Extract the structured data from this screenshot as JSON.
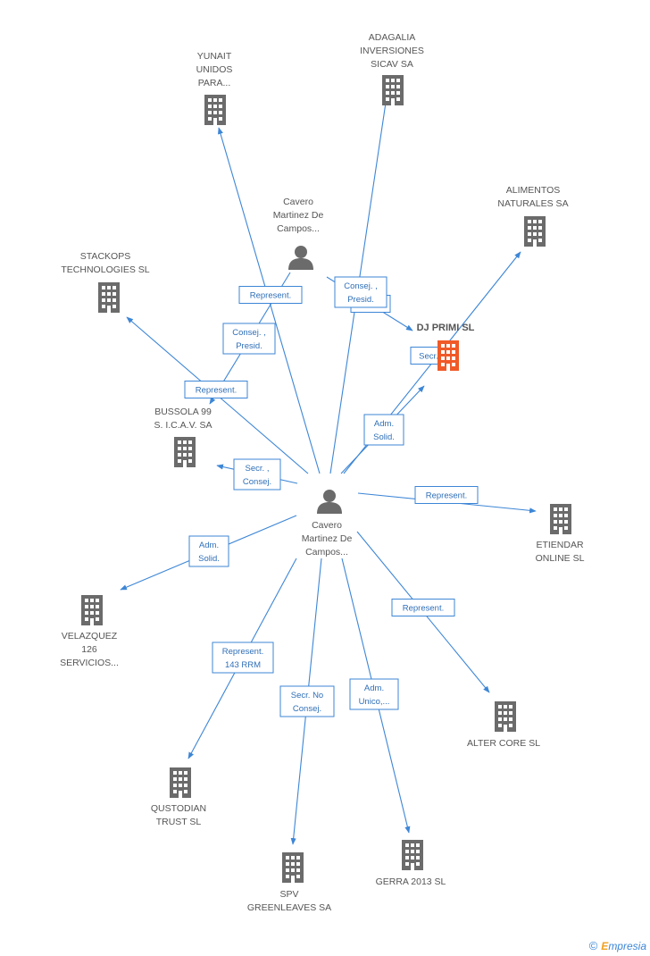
{
  "nodes": [
    {
      "id": "yunait",
      "type": "company",
      "label": [
        "YUNAIT",
        "UNIDOS",
        "PARA..."
      ]
    },
    {
      "id": "adagalia",
      "type": "company",
      "label": [
        "ADAGALIA",
        "INVERSIONES",
        "SICAV SA"
      ]
    },
    {
      "id": "alimentos",
      "type": "company",
      "label": [
        "ALIMENTOS",
        "NATURALES SA"
      ]
    },
    {
      "id": "stackops",
      "type": "company",
      "label": [
        "STACKOPS",
        "TECHNOLOGIES SL"
      ]
    },
    {
      "id": "cavero_top",
      "type": "person",
      "label": [
        "Cavero",
        "Martinez De",
        "Campos..."
      ]
    },
    {
      "id": "djprimi",
      "type": "company-focus",
      "label": [
        "DJ PRIMI SL"
      ]
    },
    {
      "id": "bussola",
      "type": "company",
      "label": [
        "BUSSOLA 99",
        "S. I.C.A.V. SA"
      ]
    },
    {
      "id": "cavero_main",
      "type": "person",
      "label": [
        "Cavero",
        "Martinez De",
        "Campos..."
      ]
    },
    {
      "id": "etiendar",
      "type": "company",
      "label": [
        "ETIENDAR",
        "ONLINE SL"
      ]
    },
    {
      "id": "velazquez",
      "type": "company",
      "label": [
        "VELAZQUEZ",
        "126",
        "SERVICIOS..."
      ]
    },
    {
      "id": "altercore",
      "type": "company",
      "label": [
        "ALTER CORE SL"
      ]
    },
    {
      "id": "qustodian",
      "type": "company",
      "label": [
        "QUSTODIAN",
        "TRUST SL"
      ]
    },
    {
      "id": "spv",
      "type": "company",
      "label": [
        "SPV",
        "GREENLEAVES SA"
      ]
    },
    {
      "id": "gerra",
      "type": "company",
      "label": [
        "GERRA 2013  SL"
      ]
    }
  ],
  "edges": [
    {
      "id": "e-yunait",
      "label": [
        "Represent."
      ]
    },
    {
      "id": "e-adagalia",
      "label": [
        ""
      ]
    },
    {
      "id": "e-alimentos",
      "label": [
        ""
      ]
    },
    {
      "id": "e-stackops",
      "label": [
        "Represent."
      ]
    },
    {
      "id": "e-bussola-top",
      "label": [
        "Consej. ,",
        "Presid."
      ]
    },
    {
      "id": "e-dj-top1",
      "label": [
        "Solid."
      ]
    },
    {
      "id": "e-dj-top2",
      "label": [
        "Consej. ,",
        "Presid."
      ]
    },
    {
      "id": "e-dj-secr",
      "label": [
        "Secr."
      ]
    },
    {
      "id": "e-dj-adm",
      "label": [
        "Adm.",
        "Solid."
      ]
    },
    {
      "id": "e-bussola",
      "label": [
        "Secr. ,",
        "Consej."
      ]
    },
    {
      "id": "e-etiendar",
      "label": [
        "Represent."
      ]
    },
    {
      "id": "e-velazquez",
      "label": [
        "Adm.",
        "Solid."
      ]
    },
    {
      "id": "e-altercore",
      "label": [
        "Represent."
      ]
    },
    {
      "id": "e-qustodian",
      "label": [
        "Represent.",
        "143 RRM"
      ]
    },
    {
      "id": "e-spv",
      "label": [
        "Secr.  No",
        "Consej."
      ]
    },
    {
      "id": "e-gerra",
      "label": [
        "Adm.",
        "Unico,..."
      ]
    }
  ],
  "footer": {
    "copyright": "©",
    "brand_first": "E",
    "brand_rest": "mpresia"
  },
  "colors": {
    "edge": "#3d86d6",
    "company_icon": "#6b6b6b",
    "focus_icon": "#f05a28",
    "label": "#555555"
  }
}
